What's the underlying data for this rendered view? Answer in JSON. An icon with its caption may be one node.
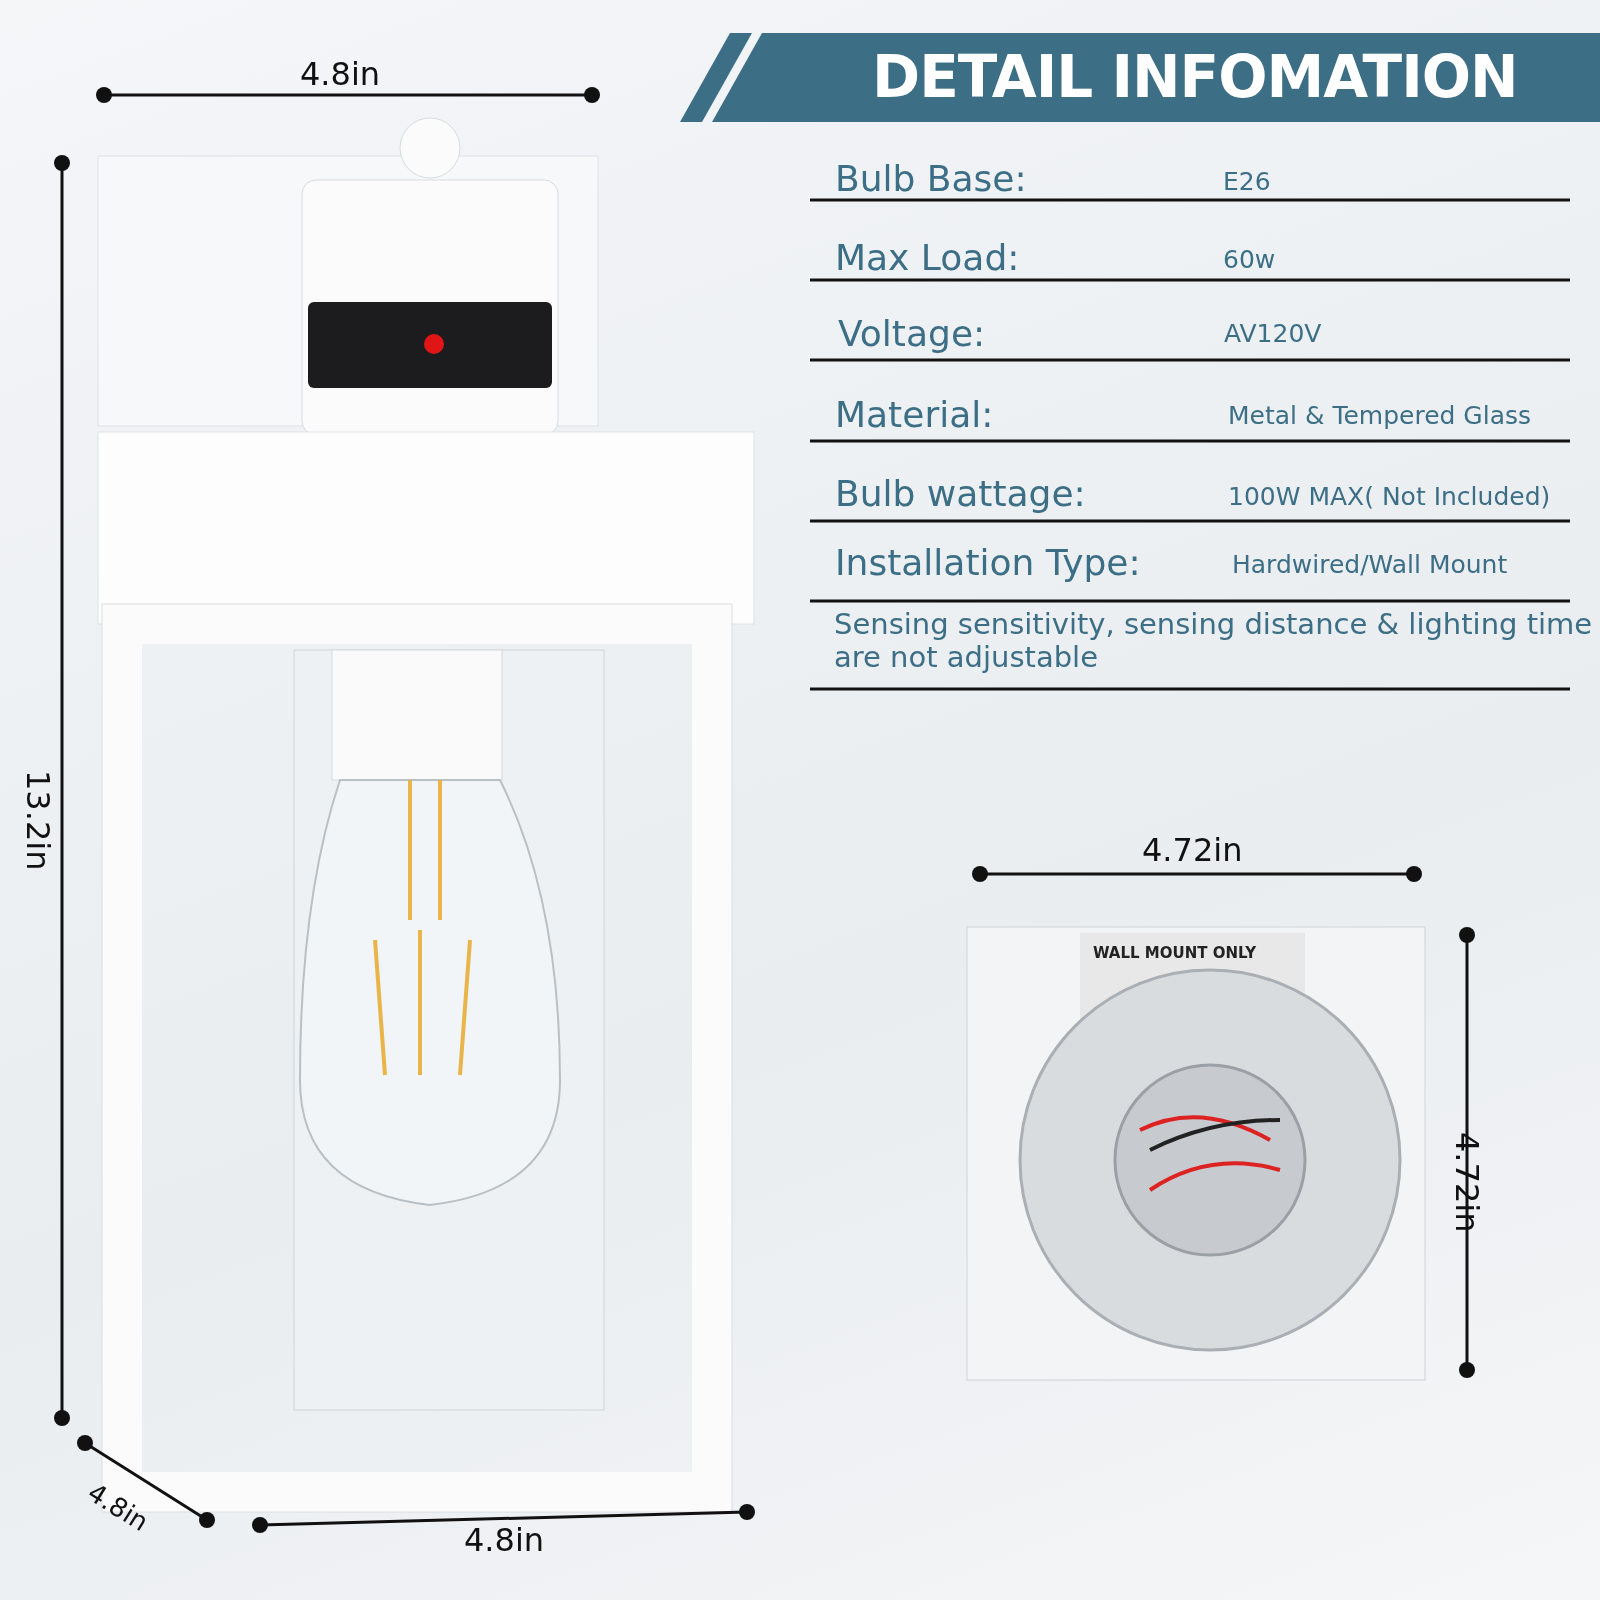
{
  "diagram": {
    "title": "DETAIL INFOMATION",
    "labels": [
      "4.8in",
      "Bulb Base:",
      "E26",
      "Max Load:",
      "60w",
      "Voltage:",
      "AV120V",
      "Material:",
      "Metal & Tempered Glass",
      "Bulb wattage:",
      "100W MAX( Not Included)",
      "Installation Type:",
      "Hardwired/Wall Mount",
      "Sensing sensitivity, sensing distance & lighting time are not adjustable",
      "13.2in",
      "4.72in",
      "WALL MOUNT ONLY",
      "4.72in",
      "4.8in",
      "4.8in"
    ]
  }
}
